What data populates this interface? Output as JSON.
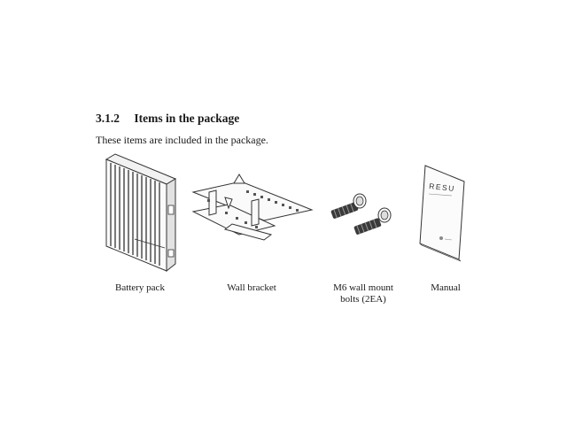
{
  "section": {
    "number": "3.1.2",
    "title": "Items in the package",
    "intro": "These items are included in the package."
  },
  "items": [
    {
      "icon": "battery-pack-icon",
      "caption": "Battery pack"
    },
    {
      "icon": "wall-bracket-icon",
      "caption": "Wall bracket"
    },
    {
      "icon": "bolts-icon",
      "caption": "M6 wall mount\nbolts (2EA)"
    },
    {
      "icon": "manual-icon",
      "caption": "Manual"
    }
  ],
  "manual_cover_text": "RESU"
}
